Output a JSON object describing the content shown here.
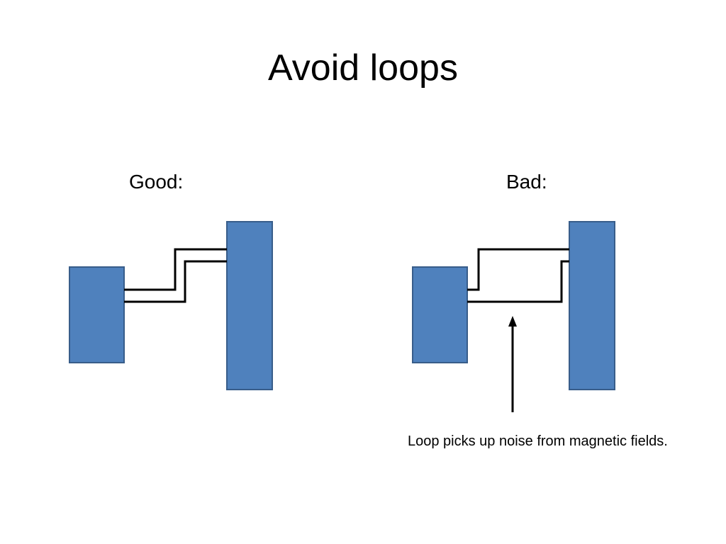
{
  "slide": {
    "title": "Avoid loops",
    "good_label": "Good:",
    "bad_label": "Bad:",
    "caption": "Loop picks up noise from magnetic fields."
  },
  "colors": {
    "block_fill": "#4F81BD",
    "block_stroke": "#385D8A",
    "wire": "#000000",
    "background": "#FFFFFF"
  }
}
